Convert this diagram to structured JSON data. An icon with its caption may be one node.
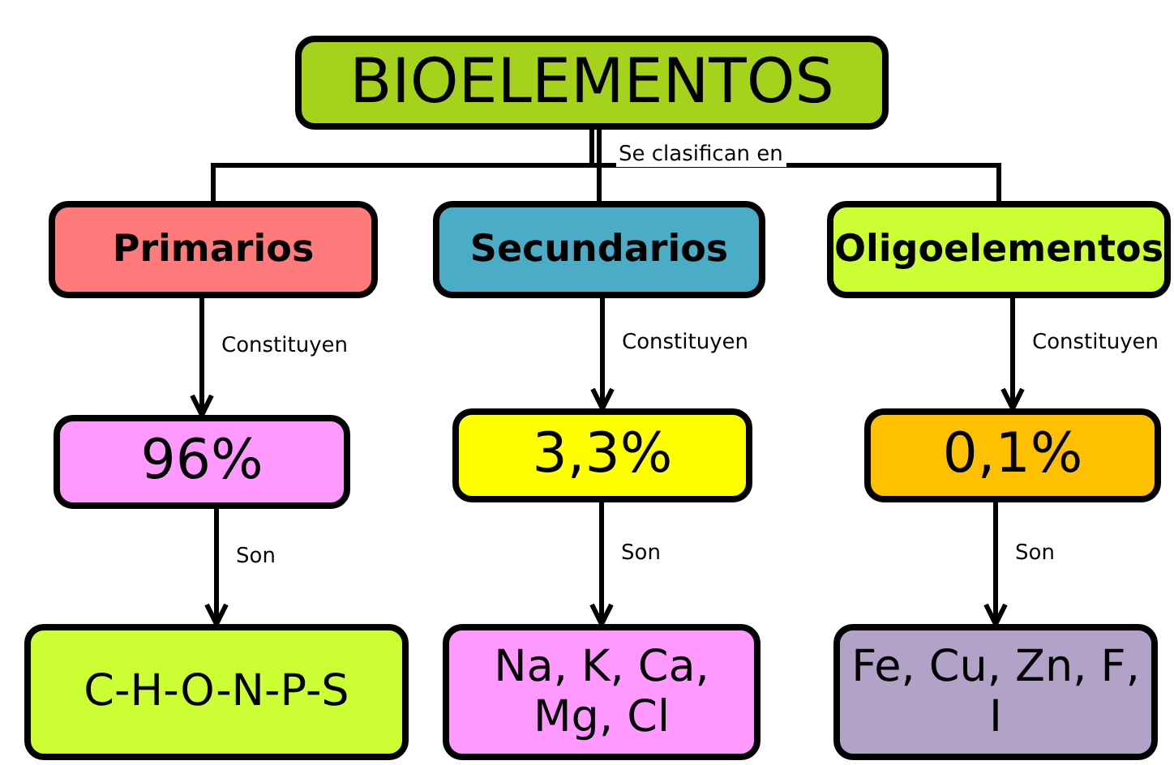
{
  "diagram": {
    "nodes": [
      {
        "text": [
          "BIOELEMENTOS"
        ]
      },
      {
        "text": [
          "Primarios"
        ]
      },
      {
        "text": [
          "Secundarios"
        ]
      },
      {
        "text": [
          "Oligoelementos"
        ]
      },
      {
        "text": [
          "96%"
        ]
      },
      {
        "text": [
          "3,3%"
        ]
      },
      {
        "text": [
          "0,1%"
        ]
      },
      {
        "text": [
          "C-H-O-N-P-S"
        ]
      },
      {
        "text": [
          "Na, K, Ca, Mg, Cl"
        ]
      },
      {
        "text": [
          "Fe, Cu, Zn, F, I"
        ]
      }
    ],
    "edges": [
      {
        "from": 0,
        "to": 1,
        "arrow": "none"
      },
      {
        "from": 0,
        "to": 2,
        "arrow": "none",
        "label": "Se clasifican en"
      },
      {
        "from": 0,
        "to": 3,
        "arrow": "none"
      },
      {
        "from": 1,
        "to": 4,
        "arrow": "to",
        "label": "Constituyen"
      },
      {
        "from": 2,
        "to": 5,
        "arrow": "to",
        "label": "Constituyen"
      },
      {
        "from": 3,
        "to": 6,
        "arrow": "to",
        "label": "Constituyen"
      },
      {
        "from": 4,
        "to": 7,
        "arrow": "to",
        "label": "Son"
      },
      {
        "from": 5,
        "to": 8,
        "arrow": "to",
        "label": "Son"
      },
      {
        "from": 6,
        "to": 9,
        "arrow": "to",
        "label": "Son"
      }
    ]
  }
}
